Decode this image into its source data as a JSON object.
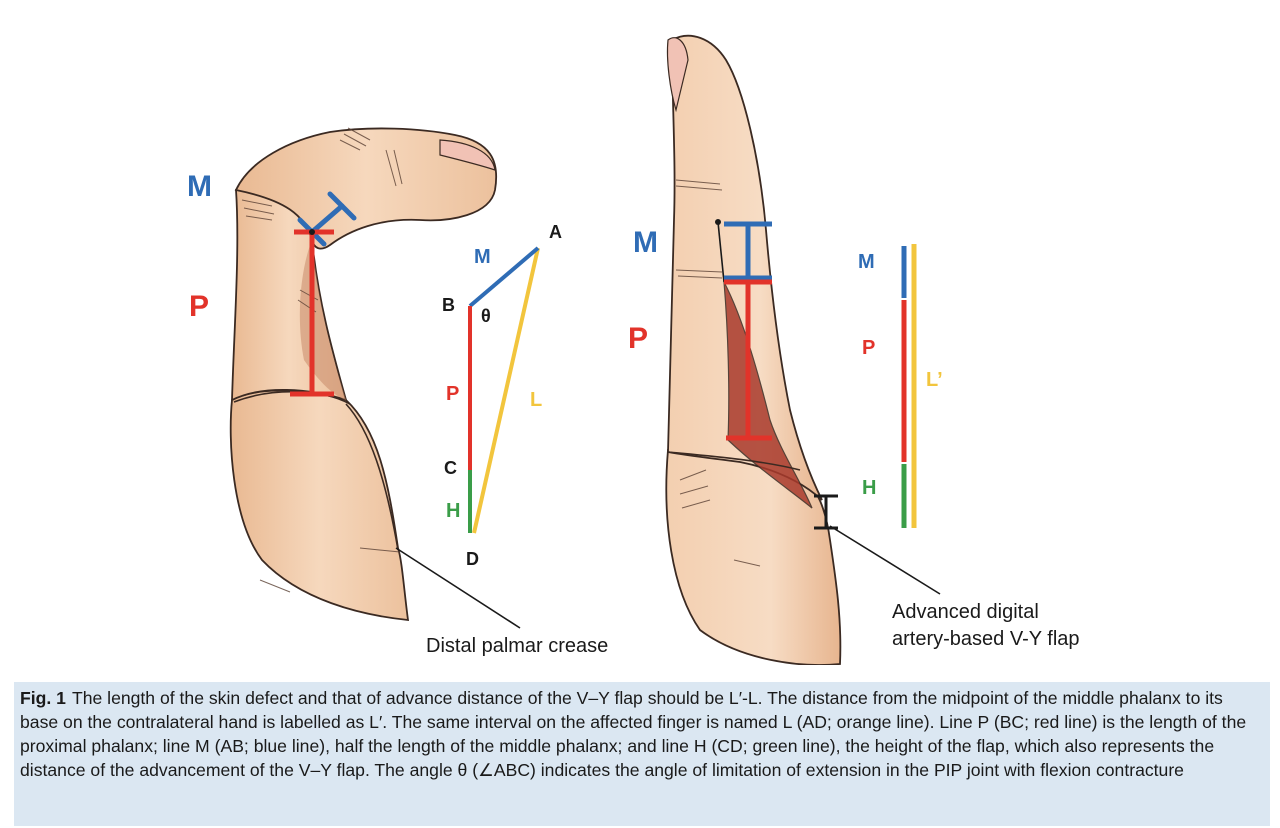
{
  "left_hand": {
    "label_m": "M",
    "label_p": "P",
    "callout": "Distal palmar crease"
  },
  "schematic": {
    "point_a": "A",
    "point_b": "B",
    "point_c": "C",
    "point_d": "D",
    "segment_m": "M",
    "segment_p": "P",
    "segment_h": "H",
    "segment_l": "L",
    "angle": "θ"
  },
  "right_hand": {
    "label_m": "M",
    "label_p": "P",
    "callout_line1": "Advanced digital",
    "callout_line2": "artery-based V-Y flap"
  },
  "bar_legend": {
    "m": "M",
    "p": "P",
    "h": "H",
    "l_prime": "L’"
  },
  "colors": {
    "blue": "#2f6cb5",
    "red": "#e2332a",
    "green": "#3a9d48",
    "orange": "#f2c53d",
    "skin": "#f0c9a6",
    "skin_dark": "#d89c78",
    "flap": "#a93a2c"
  },
  "caption": {
    "label": "Fig. 1",
    "text": "The length of the skin defect and that of advance distance of the V–Y flap should be L′-L. The distance from the midpoint of the middle phalanx to its base on the contralateral hand is labelled as L′. The same interval on the affected finger is named L (AD; orange line). Line P (BC; red line) is the length of the proximal phalanx; line M (AB; blue line), half the length of the middle phalanx; and line H (CD; green line), the height of the flap, which also represents the distance of the advancement of the V–Y flap. The angle θ (∠ABC) indicates the angle of limitation of extension in the PIP joint with flexion contracture"
  }
}
